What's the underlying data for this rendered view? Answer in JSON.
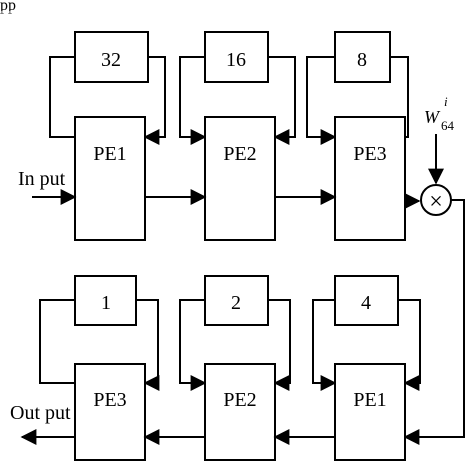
{
  "header_fragment": "pp",
  "stage1": {
    "delays": [
      "32",
      "16",
      "8"
    ],
    "pes": [
      "PE1",
      "PE2",
      "PE3"
    ]
  },
  "stage2": {
    "delays": [
      "1",
      "2",
      "4"
    ],
    "pes": [
      "PE3",
      "PE2",
      "PE1"
    ]
  },
  "twiddle": {
    "base": "W",
    "sup": "i",
    "sub": "64"
  },
  "multiplier_symbol": "×",
  "input_label": "In put",
  "output_label": "Out put"
}
